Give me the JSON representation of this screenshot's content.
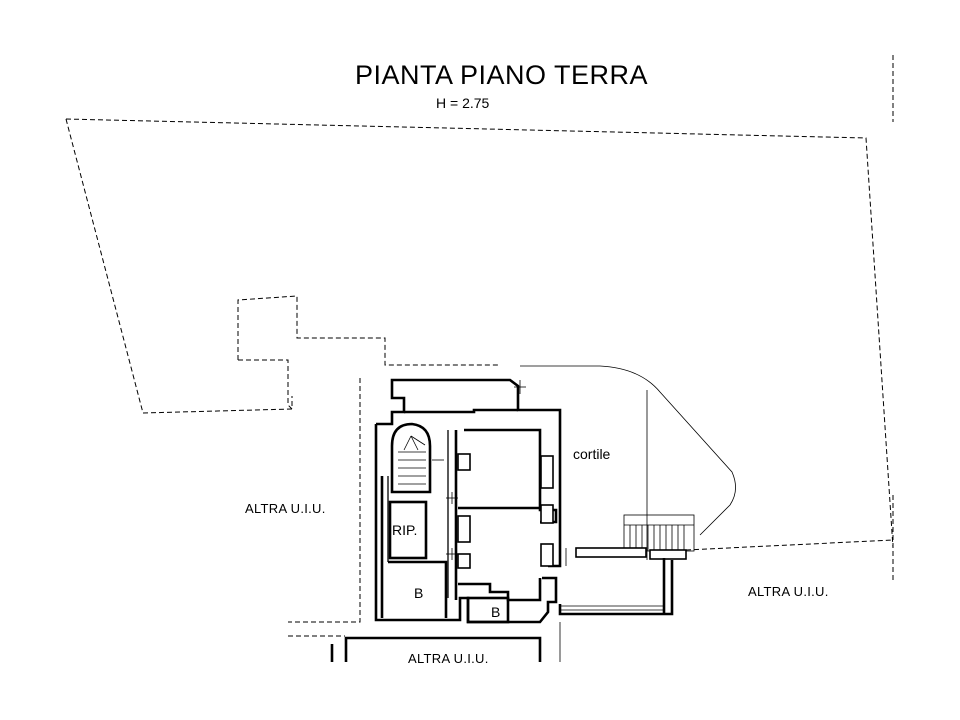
{
  "title": "PIANTA PIANO TERRA",
  "height_label": "H = 2.75",
  "rooms": {
    "courtyard": "cortile",
    "storage": "RIP.",
    "bath_1": "B",
    "bath_2": "B"
  },
  "neighbors": {
    "left": "ALTRA U.I.U.",
    "right": "ALTRA U.I.U.",
    "bottom": "ALTRA U.I.U."
  }
}
